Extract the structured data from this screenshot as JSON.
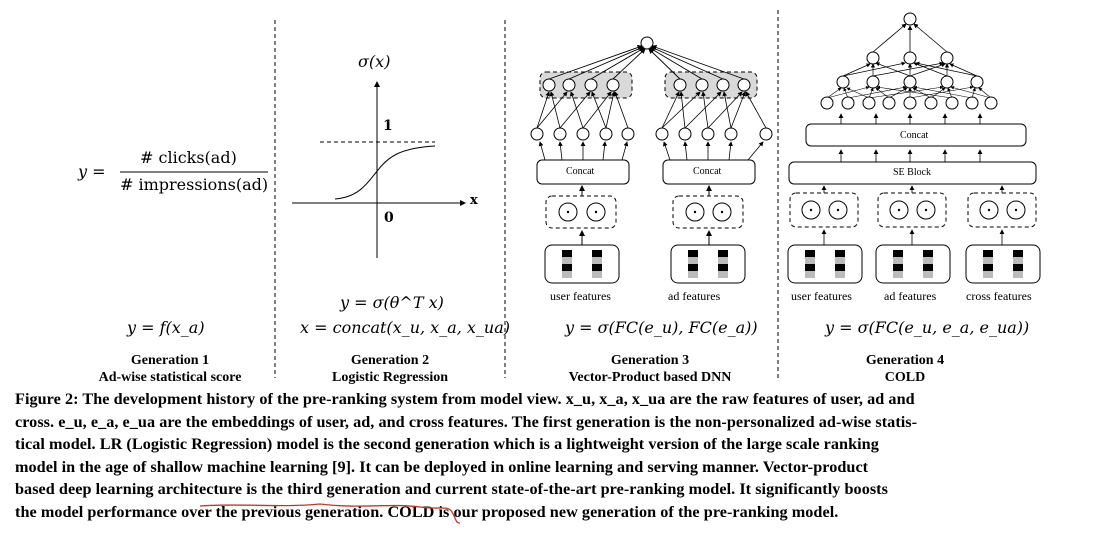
{
  "gen1": {
    "formula_lhs": "y =",
    "numerator": "# clicks(ad)",
    "denominator": "# impressions(ad)",
    "formula": "y = f(x_a)",
    "title": "Generation 1",
    "subtitle": "Ad-wise  statistical score"
  },
  "gen2": {
    "sigma_label": "σ(x)",
    "tick_one": "1",
    "tick_zero": "0",
    "x_label": "x",
    "formula1": "y = σ(θ^T x)",
    "formula2": "x = concat(x_u, x_a, x_ua)",
    "title": "Generation 2",
    "subtitle": "Logistic Regression"
  },
  "gen3": {
    "concat_left": "Concat",
    "concat_right": "Concat",
    "user_features": "user features",
    "ad_features": "ad features",
    "formula": "y = σ(FC(e_u), FC(e_a))",
    "title": "Generation 3",
    "subtitle": "Vector-Product based DNN"
  },
  "gen4": {
    "concat": "Concat",
    "se_block": "SE Block",
    "user_features": "user features",
    "ad_features": "ad features",
    "cross_features": "cross features",
    "formula": "y = σ(FC(e_u, e_a, e_ua))",
    "title": "Generation 4",
    "subtitle": "COLD"
  },
  "caption": {
    "line1": "Figure 2: The development history of the pre-ranking system from model view. x_u, x_a, x_ua are the raw features of user, ad and",
    "line2": "cross. e_u, e_a, e_ua are the embeddings of user, ad, and cross features. The first generation is the non-personalized ad-wise statis-",
    "line3": "tical model. LR (Logistic Regression) model is the second generation which is a lightweight version of the large scale ranking",
    "line4": "model in the age of shallow machine learning [9]. It can be deployed in online learning and serving manner. Vector-product",
    "line5": "based deep learning architecture is the third generation and current state-of-the-art pre-ranking model. It significantly boosts",
    "line6": "the model performance over the previous generation. COLD is our proposed new generation of the pre-ranking model."
  }
}
